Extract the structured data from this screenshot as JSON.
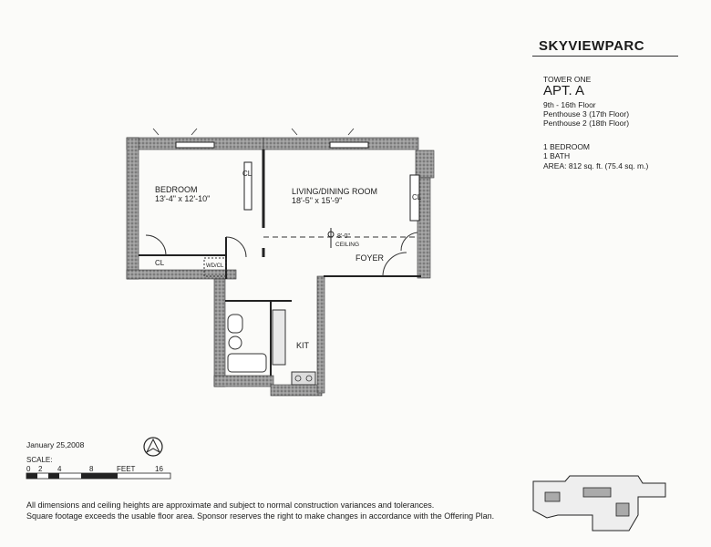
{
  "building": {
    "name": "SKYVIEWPARC",
    "tower": "TOWER ONE",
    "apartment": "APT. A",
    "floors": [
      "9th - 16th Floor",
      "Penthouse 3 (17th Floor)",
      "Penthouse 2 (18th Floor)"
    ]
  },
  "unit": {
    "bedrooms": "1 BEDROOM",
    "baths": "1 BATH",
    "area": "AREA: 812 sq. ft. (75.4 sq. m.)"
  },
  "rooms": {
    "bedroom_name": "BEDROOM",
    "bedroom_size": "13'-4\" x 12'-10\"",
    "living_name": "LIVING/DINING ROOM",
    "living_size": "18'-5\" x 15'-9\"",
    "ceiling_height": "8'-0\"",
    "ceiling_label": "CEILING",
    "foyer": "FOYER",
    "kitchen": "KIT",
    "closet_1": "CL",
    "closet_2": "CL",
    "closet_3": "CL",
    "washer_dryer": "WD/CL"
  },
  "date": "January 25,2008",
  "scale": {
    "label": "SCALE:",
    "ticks": [
      "0",
      "2",
      "4",
      "8",
      "FEET",
      "16"
    ]
  },
  "disclaimer": [
    "All dimensions and ceiling heights are approximate and subject to normal construction variances and tolerances.",
    "Square footage exceeds the usable floor area. Sponsor reserves the right to make changes in accordance with the Offering Plan."
  ]
}
